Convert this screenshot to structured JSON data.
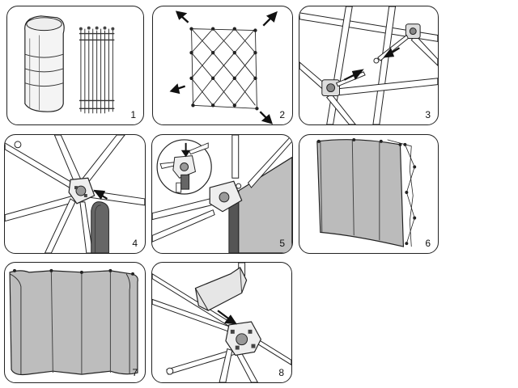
{
  "steps": [
    {
      "number": "1",
      "illustration": "packed-case-and-folded-frame"
    },
    {
      "number": "2",
      "illustration": "frame-expanded-outward"
    },
    {
      "number": "3",
      "illustration": "connecting-support-bars"
    },
    {
      "number": "4",
      "illustration": "hook-onto-hub"
    },
    {
      "number": "5",
      "illustration": "clip-panel-to-frame"
    },
    {
      "number": "6",
      "illustration": "panels-hung-on-frame"
    },
    {
      "number": "7",
      "illustration": "completed-curved-display"
    },
    {
      "number": "8",
      "illustration": "attach-light-to-hub"
    }
  ],
  "colors": {
    "line": "#222222",
    "panel_fill": "#b8b8b8",
    "magnet_strip": "#555555"
  }
}
